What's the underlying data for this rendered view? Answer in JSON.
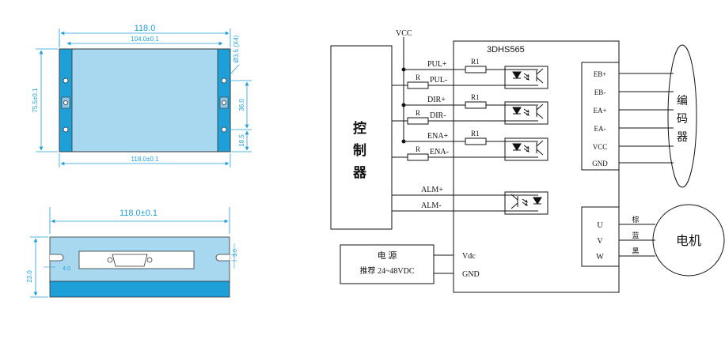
{
  "top_view": {
    "overall_width": "118.0",
    "hole_spacing_width": "104.0±0.1",
    "bottom_width": "118.0±0.1",
    "height": "75.5±0.1",
    "hole_note": "Ø3.5 (X4)",
    "hole_spacing_right": "36.0",
    "bottom_offset": "18.5"
  },
  "side_view": {
    "width": "118.0±0.1",
    "height": "23.0",
    "slot_left": "4.0",
    "slot_right": "5.0"
  },
  "driver": {
    "model": "3DHS565",
    "vcc_label": "VCC",
    "controller_label": "控制器",
    "controller_chars": [
      "控",
      "制",
      "器"
    ],
    "inputs": [
      "PUL+",
      "PUL-",
      "DIR+",
      "DIR-",
      "ENA+",
      "ENA-"
    ],
    "resistor_R1": "R1",
    "resistor_R": "R",
    "alarm": [
      "ALM+",
      "ALM-"
    ],
    "power_box_title": "电  源",
    "power_box_spec": "推荐 24~48VDC",
    "power_pins": [
      "Vdc",
      "GND"
    ],
    "encoder_pins": [
      "EB+",
      "EB-",
      "EA+",
      "EA-",
      "VCC",
      "GND"
    ],
    "encoder_label_chars": [
      "编",
      "码",
      "器"
    ],
    "motor_pins": [
      "U",
      "V",
      "W"
    ],
    "wire_colors": [
      "棕",
      "蓝",
      "黑"
    ],
    "motor_label": "电机"
  }
}
